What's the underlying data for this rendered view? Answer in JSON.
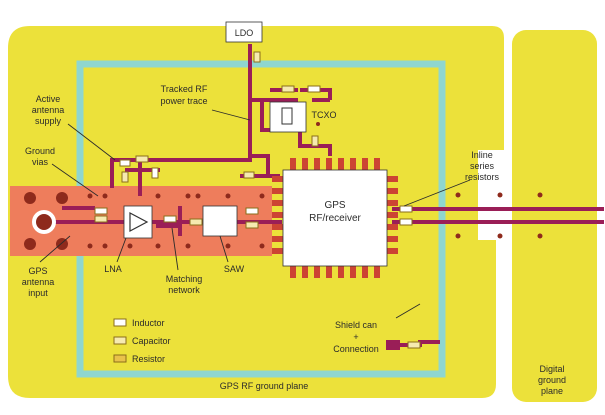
{
  "diagram": {
    "labels": {
      "ldo": "LDO",
      "tcxo": "TCXO",
      "tracked_rf_line1": "Tracked RF",
      "tracked_rf_line2": "power trace",
      "active_antenna_line1": "Active",
      "active_antenna_line2": "antenna",
      "active_antenna_line3": "supply",
      "ground_vias_line1": "Ground",
      "ground_vias_line2": "vias",
      "gps_antenna_line1": "GPS",
      "gps_antenna_line2": "antenna",
      "gps_antenna_line3": "input",
      "lna": "LNA",
      "matching_line1": "Matching",
      "matching_line2": "network",
      "saw": "SAW",
      "gps_chip_line1": "GPS",
      "gps_chip_line2": "RF/receiver",
      "inline_line1": "Inline",
      "inline_line2": "series",
      "inline_line3": "resistors",
      "shield_line1": "Shield can",
      "shield_line2": "+",
      "shield_line3": "Connection",
      "rf_ground_plane": "GPS RF ground plane",
      "digital_line1": "Digital",
      "digital_line2": "ground",
      "digital_line3": "plane"
    },
    "legend": {
      "inductor": "Inductor",
      "capacitor": "Capacitor",
      "resistor": "Resistor"
    },
    "colors": {
      "ground_plane": "#ece13a",
      "pcb_background": "#ffffff",
      "shield_can": "#8fd6cf",
      "trace": "#9a1e57",
      "rf_area": "#ee7d5c",
      "via": "#8e2a1c",
      "component_fill": "#ffffff",
      "pad": "#cc4433"
    }
  }
}
